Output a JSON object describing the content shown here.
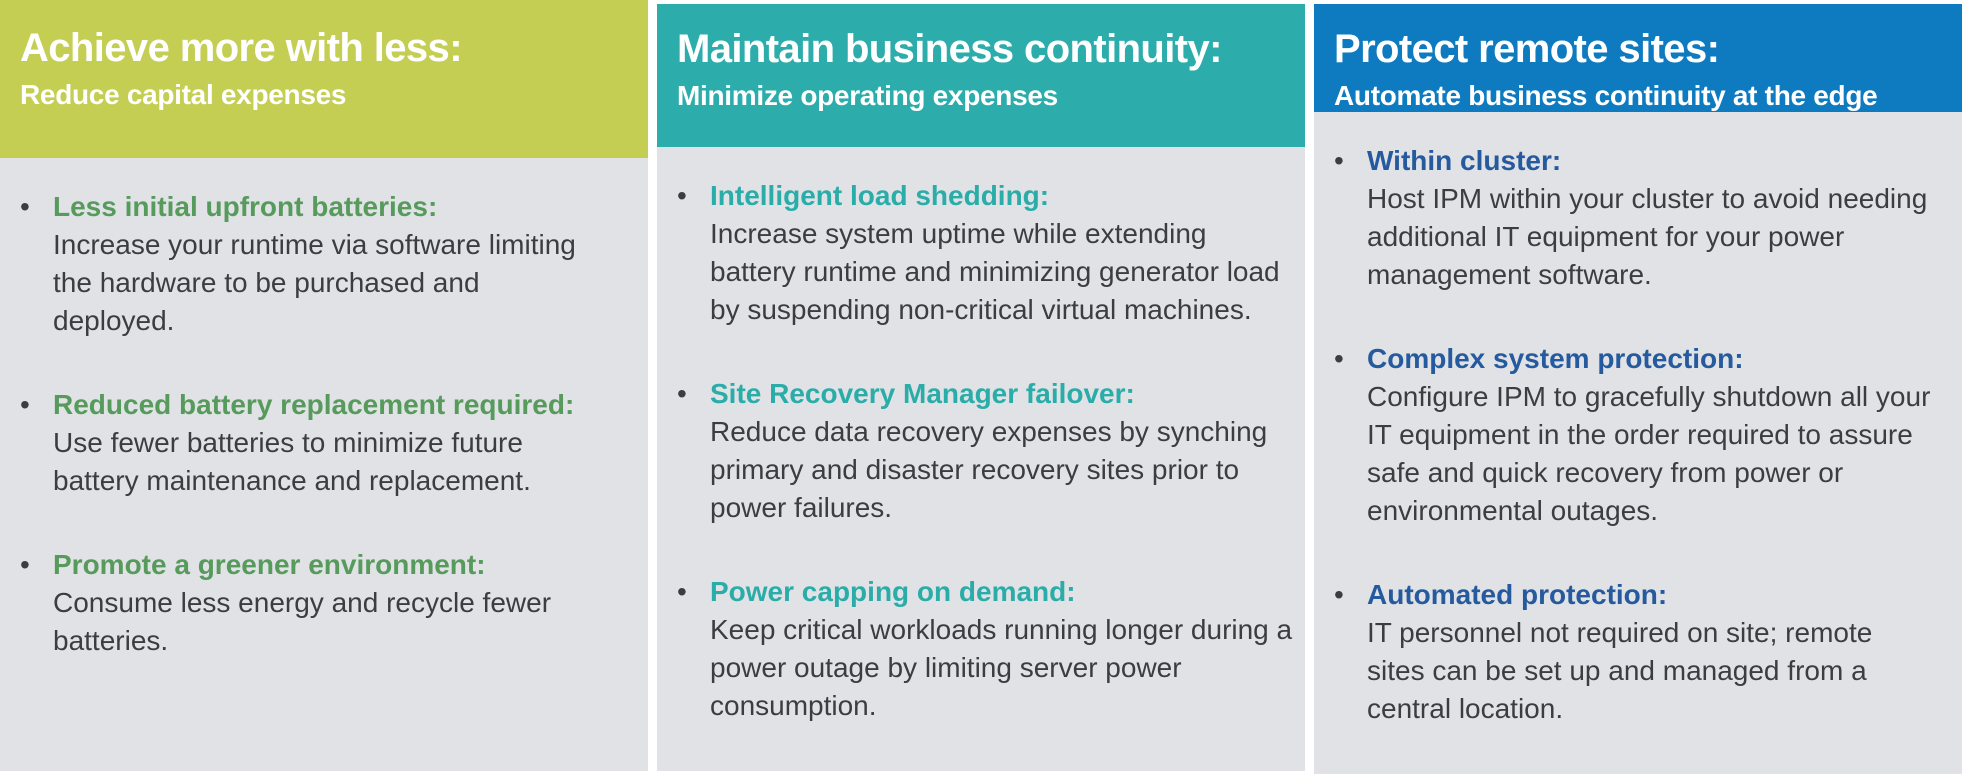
{
  "page": {
    "background": "#ffffff",
    "body_bg": "#e0e2e5",
    "text_color": "#3b3d40",
    "bullet_marker": "•"
  },
  "columns": [
    {
      "name": "achieve-more-with-less",
      "accent": "#569b5c",
      "header": {
        "bg": "#c4ce52",
        "title": "Achieve more with less:",
        "subtitle": "Reduce capital expenses"
      },
      "bullets": [
        {
          "heading": "Less initial upfront batteries:",
          "body": "Increase your runtime via software limiting the hardware to be purchased and deployed."
        },
        {
          "heading": "Reduced battery replacement required:",
          "body": "Use fewer batteries to minimize future battery maintenance and replacement.",
          "inline": true
        },
        {
          "heading": "Promote a greener environment:",
          "body": "Consume less energy and recycle fewer batteries."
        }
      ]
    },
    {
      "name": "maintain-business-continuity",
      "accent": "#2aada9",
      "header": {
        "bg": "#2cadab",
        "title": "Maintain business continuity:",
        "subtitle": "Minimize operating expenses"
      },
      "bullets": [
        {
          "heading": "Intelligent load shedding:",
          "body": "Increase system uptime while extending battery runtime and minimizing generator load by suspending non-critical virtual machines."
        },
        {
          "heading": "Site Recovery Manager failover:",
          "body": "Reduce data recovery expenses by synching primary and disaster recovery sites prior to power failures."
        },
        {
          "heading": "Power capping on demand:",
          "body": "Keep critical workloads running longer during a power outage by limiting server power consumption."
        }
      ]
    },
    {
      "name": "protect-remote-sites",
      "accent": "#265a9e",
      "header": {
        "bg": "#0e7abf",
        "title": "Protect remote sites:",
        "subtitle": "Automate business continuity at the edge"
      },
      "bullets": [
        {
          "heading": "Within cluster:",
          "body": "Host IPM within your cluster to avoid needing additional IT equipment for your power management software."
        },
        {
          "heading": "Complex system protection:",
          "body": "Configure IPM to gracefully shutdown all your IT equipment in the order required to assure safe and quick recovery from power or environmental outages."
        },
        {
          "heading": "Automated protection:",
          "body": "IT personnel not required on site; remote sites can be set up and managed from a central location."
        }
      ]
    }
  ]
}
